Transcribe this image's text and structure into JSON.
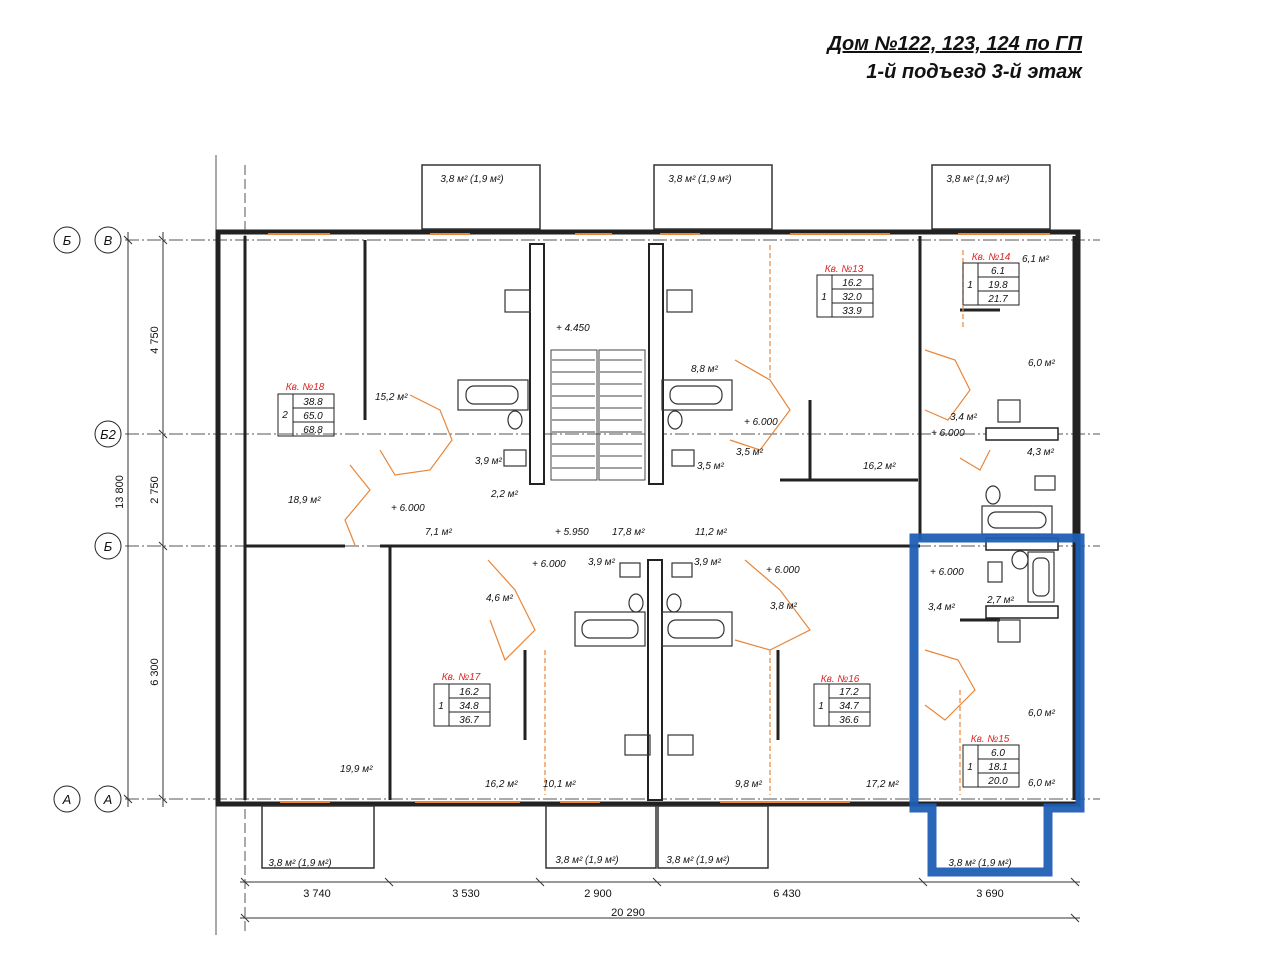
{
  "title": {
    "line1": "Дом №122, 123, 124 по ГП",
    "line2": "1-й подъезд 3-й этаж"
  },
  "colors": {
    "wall": "#222222",
    "door": "#e8863a",
    "apartment_label": "#dd2222",
    "highlight": "#1f5fb4"
  },
  "axes": {
    "rows": [
      "Б",
      "В",
      "Б2",
      "Б",
      "А",
      "А"
    ]
  },
  "dimensions": {
    "vertical": [
      "4 750",
      "2 750",
      "6 300",
      "13 800"
    ],
    "horizontal": [
      "3 740",
      "3 530",
      "2 900",
      "6 430",
      "3 690"
    ],
    "total": "20 290"
  },
  "balconies": {
    "top": [
      "3,8 м² (1,9 м²)",
      "3,8 м² (1,9 м²)",
      "3,8 м² (1,9 м²)"
    ],
    "bottom": [
      "3,8 м² (1,9 м²)",
      "3,8 м² (1,9 м²)",
      "3,8 м² (1,9 м²)",
      "3,8 м² (1,9 м²)"
    ]
  },
  "elevations": [
    "+ 4.450",
    "+ 6.000",
    "+ 6.000",
    "+ 6.000",
    "+ 5.950",
    "+ 6.000",
    "+ 6.000",
    "+ 6.000"
  ],
  "apartments": [
    {
      "name": "Кв. №18",
      "rooms": "2",
      "vals": [
        "38.8",
        "65.0",
        "68.8"
      ]
    },
    {
      "name": "Кв. №17",
      "rooms": "1",
      "vals": [
        "16.2",
        "34.8",
        "36.7"
      ]
    },
    {
      "name": "Кв. №16",
      "rooms": "1",
      "vals": [
        "17.2",
        "34.7",
        "36.6"
      ]
    },
    {
      "name": "Кв. №13",
      "rooms": "1",
      "vals": [
        "16.2",
        "32.0",
        "33.9"
      ]
    },
    {
      "name": "Кв. №14",
      "rooms": "1",
      "vals": [
        "6.1",
        "19.8",
        "21.7"
      ]
    },
    {
      "name": "Кв. №15",
      "rooms": "1",
      "vals": [
        "6.0",
        "18.1",
        "20.0"
      ]
    }
  ],
  "room_areas": [
    "15,2 м²",
    "18,9 м²",
    "2,2 м²",
    "7,1 м²",
    "3,9 м²",
    "8,8 м²",
    "3,5 м²",
    "3,5 м²",
    "16,2 м²",
    "17,8 м²",
    "11,2 м²",
    "4,6 м²",
    "3,9 м²",
    "3,9 м²",
    "3,8 м²",
    "19,9 м²",
    "16,2 м²",
    "10,1 м²",
    "9,8 м²",
    "17,2 м²",
    "6,1 м²",
    "6,0 м²",
    "3,4 м²",
    "4,3 м²",
    "3,4 м²",
    "2,7 м²",
    "6,0 м²",
    "6,0 м²"
  ]
}
